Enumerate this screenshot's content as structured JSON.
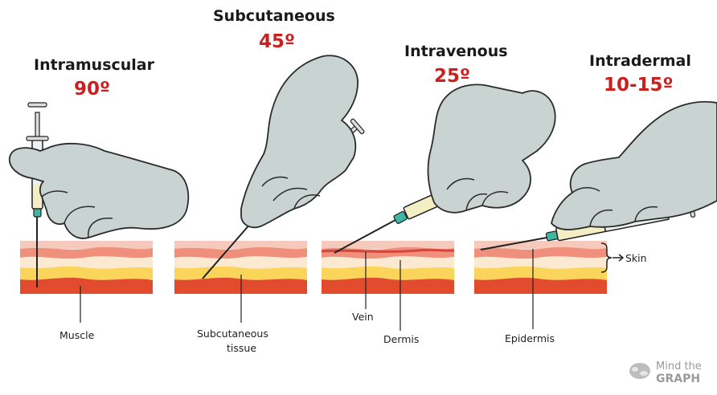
{
  "injections": [
    {
      "method": "Intramuscular",
      "angle": "90º"
    },
    {
      "method": "Subcutaneous",
      "angle": "45º"
    },
    {
      "method": "Intravenous",
      "angle": "25º"
    },
    {
      "method": "Intradermal",
      "angle": "10-15º"
    }
  ],
  "labels": {
    "muscle": "Muscle",
    "subcutaneous_tissue_line1": "Subcutaneous",
    "subcutaneous_tissue_line2": "tissue",
    "vein": "Vein",
    "dermis": "Dermis",
    "epidermis": "Epidermis",
    "skin": "Skin"
  },
  "logo": {
    "line1": "Mind the",
    "line2": "GRAPH"
  },
  "colors": {
    "glove": "#c9d3d1",
    "glove_outline": "#2b2b2b",
    "angle_text": "#cc1f1f",
    "epidermis": "#f6c9bd",
    "dermis_band": "#ef8f7c",
    "subcutaneous_fat": "#fbd45a",
    "muscle": "#e24b2e",
    "needle_hub": "#3fb5a4",
    "medicine": "#f3eec4"
  }
}
